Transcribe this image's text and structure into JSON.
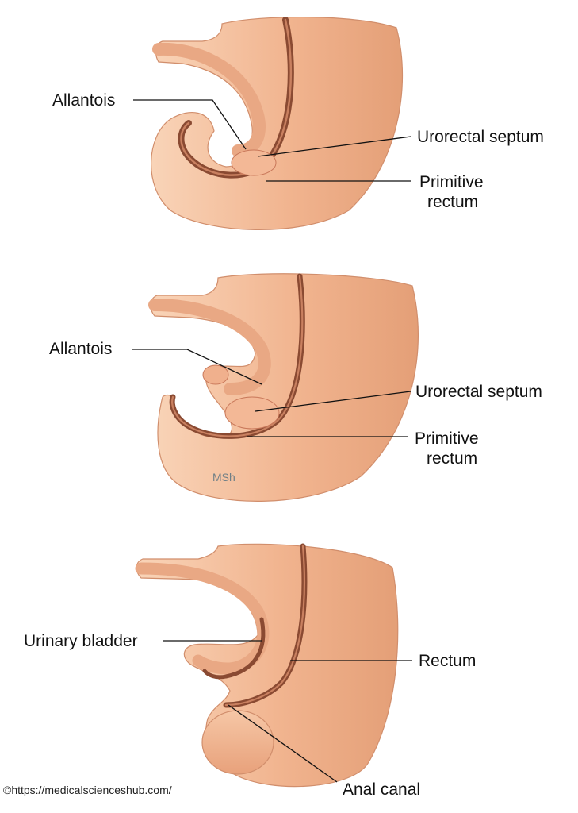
{
  "panels": [
    {
      "labels": {
        "allantois": "Allantois",
        "urorectal_septum": "Urorectal septum",
        "primitive_rectum_line1": "Primitive",
        "primitive_rectum_line2": "rectum"
      }
    },
    {
      "labels": {
        "allantois": "Allantois",
        "urorectal_septum": "Urorectal septum",
        "primitive_rectum_line1": "Primitive",
        "primitive_rectum_line2": "rectum"
      },
      "watermark": "MSh"
    },
    {
      "labels": {
        "urinary_bladder": "Urinary bladder",
        "rectum": "Rectum",
        "anal_canal": "Anal canal"
      }
    }
  ],
  "credit": "©https://medicalscienceshub.com/",
  "colors": {
    "tissue_light": "#f6c7a6",
    "tissue_mid": "#eea983",
    "tissue_dark": "#c9785a",
    "lumen": "#8a4a32",
    "lumen_highlight": "#c98060"
  }
}
